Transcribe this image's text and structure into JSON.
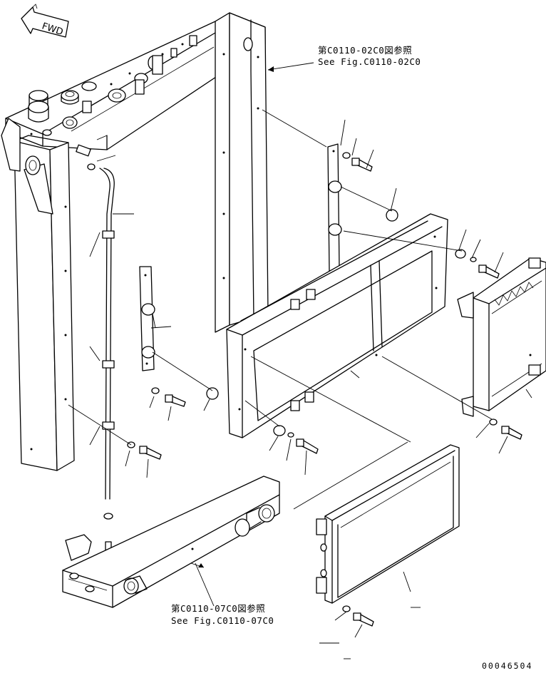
{
  "fwd_label": "FWD",
  "ref_top": {
    "line_jp": "第C0110-02C0図参照",
    "line_en": "See Fig.C0110-02C0"
  },
  "ref_bottom": {
    "line_jp": "第C0110-07C0図参照",
    "line_en": "See Fig.C0110-07C0"
  },
  "drawing_code": "00046504"
}
